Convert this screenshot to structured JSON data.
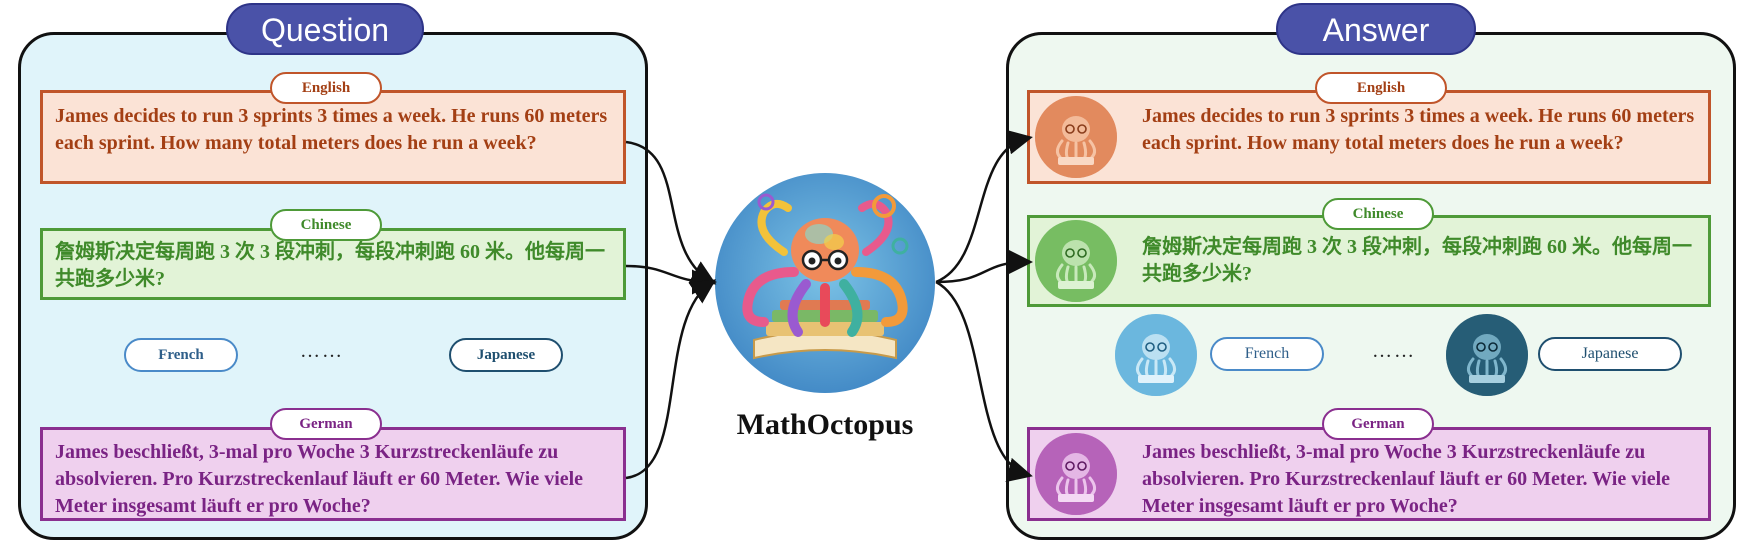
{
  "question_panel": {
    "title": "Question",
    "english": {
      "tag": "English",
      "text": "James decides to run 3 sprints 3 times a week.  He runs 60 meters each sprint.  How many total meters does he run a week?"
    },
    "chinese": {
      "tag": "Chinese",
      "text": "詹姆斯决定每周跑 3 次 3 段冲刺，每段冲刺跑 60 米。他每周一共跑多少米?"
    },
    "french": "French",
    "ellipsis": "……",
    "japanese": "Japanese",
    "german": {
      "tag": "German",
      "text": "James beschließt, 3-mal pro Woche 3 Kurzstreckenläufe zu absolvieren. Pro Kurzstreckenlauf läuft er 60 Meter. Wie viele Meter insgesamt läuft er pro Woche?"
    }
  },
  "model": {
    "name": "MathOctopus"
  },
  "answer_panel": {
    "title": "Answer",
    "english": {
      "tag": "English",
      "text": "James decides to run 3 sprints 3 times a week.  He runs 60 meters each sprint.  How many total meters does he run a week?"
    },
    "chinese": {
      "tag": "Chinese",
      "text": "詹姆斯决定每周跑 3 次 3 段冲刺，每段冲刺跑 60 米。他每周一共跑多少米?"
    },
    "french": "French",
    "ellipsis": "……",
    "japanese": "Japanese",
    "german": {
      "tag": "German",
      "text": "James beschließt, 3-mal pro Woche 3 Kurzstreckenläufe zu absolvieren. Pro Kurzstreckenlauf läuft er 60 Meter. Wie viele Meter insgesamt läuft er pro Woche?"
    }
  },
  "colors": {
    "title_pill": "#4a52a8",
    "english_border": "#c0552a",
    "english_fill": "#fbe3d6",
    "english_text": "#a33f14",
    "chinese_border": "#4e9a38",
    "chinese_fill": "#e2f3d7",
    "chinese_text": "#3f8a2a",
    "german_border": "#8a2f8f",
    "german_fill": "#efd0ee",
    "german_text": "#7a2384",
    "french_border": "#4a8ac8",
    "japanese_border": "#1f4f6f",
    "question_bg": "#e0f4fa",
    "answer_bg": "#eef8f0"
  }
}
